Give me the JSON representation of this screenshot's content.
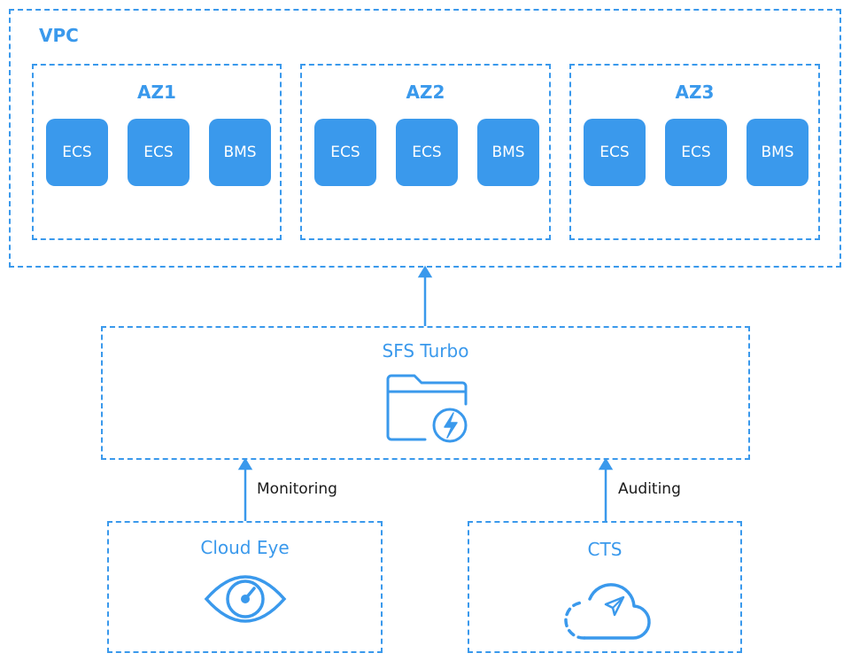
{
  "vpc": {
    "label": "VPC"
  },
  "zones": [
    {
      "title": "AZ1",
      "nodes": [
        "ECS",
        "ECS",
        "BMS"
      ]
    },
    {
      "title": "AZ2",
      "nodes": [
        "ECS",
        "ECS",
        "BMS"
      ]
    },
    {
      "title": "AZ3",
      "nodes": [
        "ECS",
        "ECS",
        "BMS"
      ]
    }
  ],
  "sfs": {
    "title": "SFS Turbo",
    "icon": "folder-lightning-icon"
  },
  "cloud_eye": {
    "title": "Cloud Eye",
    "icon": "eye-icon"
  },
  "cts": {
    "title": "CTS",
    "icon": "cloud-send-icon"
  },
  "edges": {
    "monitoring": "Monitoring",
    "auditing": "Auditing"
  },
  "colors": {
    "accent": "#3a99ec",
    "text": "#1a1a1a"
  }
}
